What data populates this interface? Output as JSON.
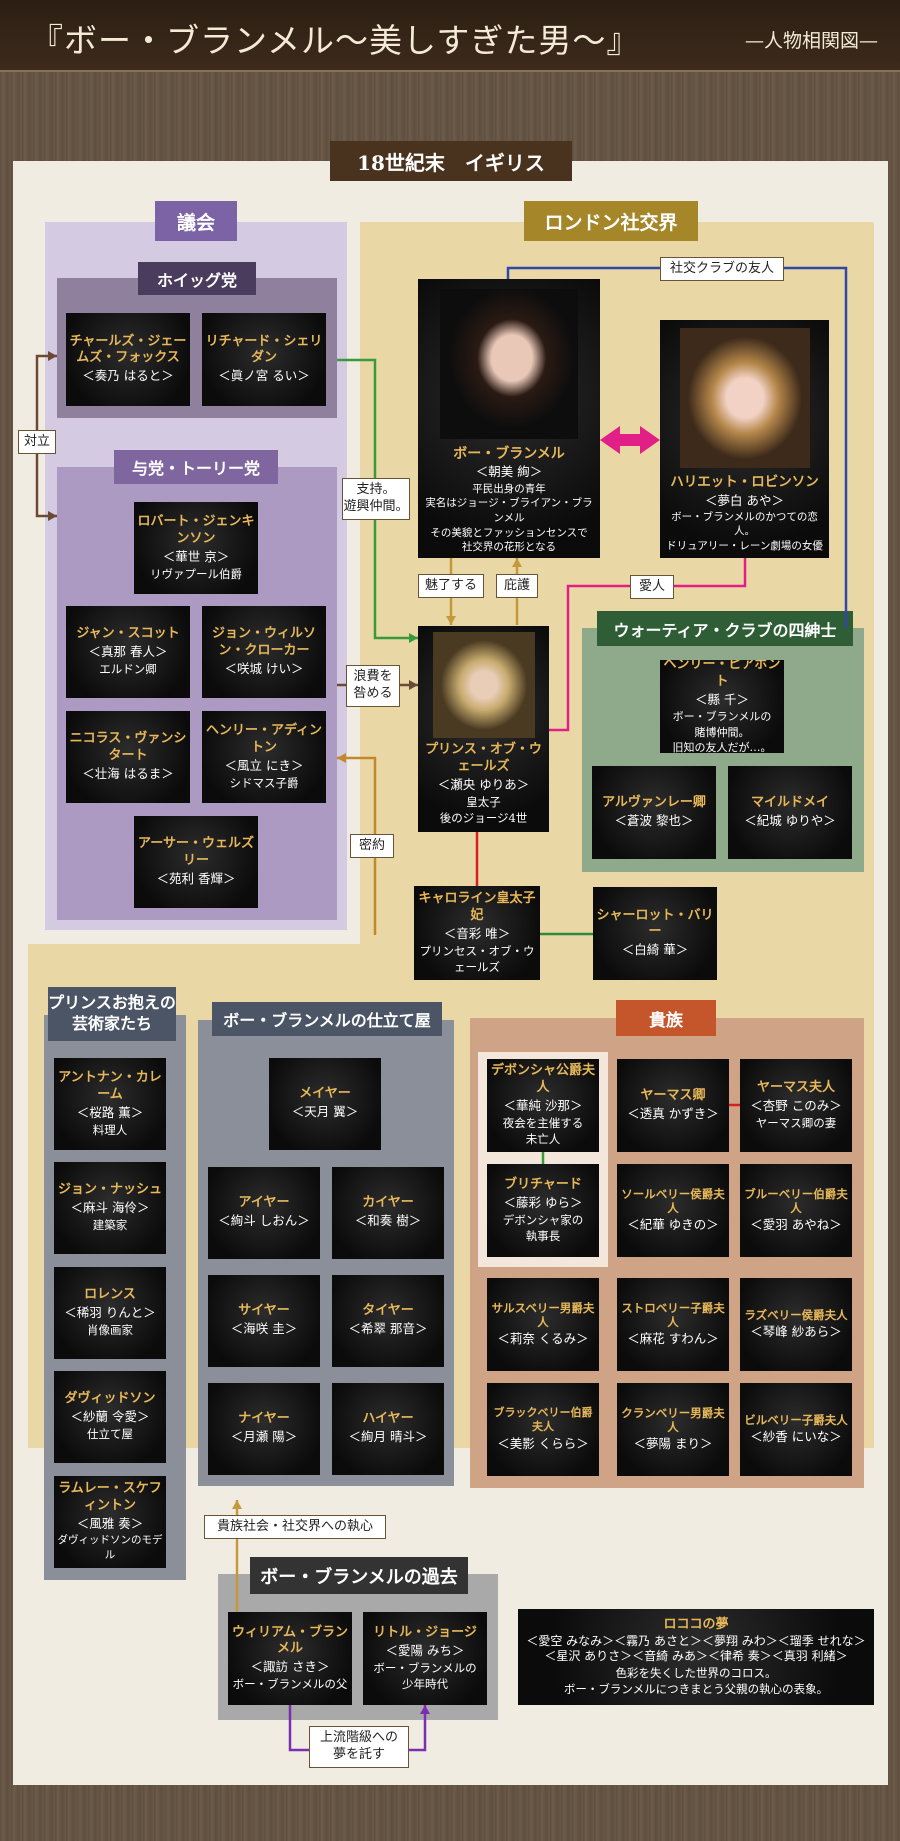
{
  "header": {
    "title": "『ボー・ブランメル〜美しすぎた男〜』",
    "subtitle": "—人物相関図—"
  },
  "setting": "18世紀末　イギリス",
  "parliament": {
    "title": "議会",
    "whig": {
      "title": "ホイッグ党",
      "members": [
        {
          "name": "チャールズ・ジェームズ・フォックス",
          "actor": "＜奏乃 はると＞"
        },
        {
          "name": "リチャード・シェリダン",
          "actor": "＜眞ノ宮 るい＞"
        }
      ]
    },
    "tory": {
      "title": "与党・トーリー党",
      "members": [
        {
          "name": "ロバート・ジェンキンソン",
          "actor": "＜華世 京＞",
          "desc": "リヴァプール伯爵"
        },
        {
          "name": "ジャン・スコット",
          "actor": "＜真那 春人＞",
          "desc": "エルドン卿"
        },
        {
          "name": "ジョン・ウィルソン・クローカー",
          "actor": "＜咲城 けい＞"
        },
        {
          "name": "ニコラス・ヴァンシタート",
          "actor": "＜壮海 はるま＞"
        },
        {
          "name": "ヘンリー・アディントン",
          "actor": "＜風立 にき＞",
          "desc": "シドマス子爵"
        },
        {
          "name": "アーサー・ウェルズリー",
          "actor": "＜苑利 香輝＞"
        }
      ]
    },
    "oppose": "対立"
  },
  "society": {
    "title": "ロンドン社交界",
    "brummell": {
      "name": "ボー・ブランメル",
      "actor": "＜朝美 絢＞",
      "desc": "平民出身の青年\n実名はジョージ・ブライアン・ブランメル\nその美貌とファッションセンスで\n社交界の花形となる"
    },
    "harriette": {
      "name": "ハリエット・ロビンソン",
      "actor": "＜夢白 あや＞",
      "desc": "ボー・ブランメルのかつての恋人。\nドリュアリー・レーン劇場の女優"
    },
    "prince": {
      "name": "プリンス・オブ・ウェールズ",
      "actor": "＜瀬央 ゆりあ＞",
      "desc": "皇太子\n後のジョージ4世"
    },
    "caroline": {
      "name": "キャロライン皇太子妃",
      "actor": "＜音彩 唯＞",
      "desc": "プリンセス・オブ・ウェールズ"
    },
    "charlotte": {
      "name": "シャーロット・バリー",
      "actor": "＜白綺 華＞"
    },
    "club": {
      "title": "ウォーティア・クラブの四紳士",
      "members": [
        {
          "name": "ヘンリー・ピアポント",
          "actor": "＜縣 千＞",
          "desc": "ボー・ブランメルの\n賭博仲間。\n旧知の友人だが…。"
        },
        {
          "name": "アルヴァンレー卿",
          "actor": "＜蒼波 黎也＞"
        },
        {
          "name": "マイルドメイ",
          "actor": "＜紀城 ゆりや＞"
        }
      ]
    }
  },
  "relations": {
    "club_friend": "社交クラブの友人",
    "support": "支持。\n遊興仲間。",
    "charm": "魅了する",
    "patron": "庇護",
    "lover": "愛人",
    "waste": "浪費を\n咎める",
    "secret": "密約",
    "obsession": "貴族社会・社交界への執心",
    "dream": "上流階級への\n夢を託す"
  },
  "artists": {
    "title": "プリンスお抱えの\n芸術家たち",
    "members": [
      {
        "name": "アントナン・カレーム",
        "actor": "＜桜路 薫＞",
        "desc": "料理人"
      },
      {
        "name": "ジョン・ナッシュ",
        "actor": "＜麻斗 海伶＞",
        "desc": "建築家"
      },
      {
        "name": "ロレンス",
        "actor": "＜稀羽 りんと＞",
        "desc": "肖像画家"
      },
      {
        "name": "ダヴィッドソン",
        "actor": "＜紗蘭 令愛＞",
        "desc": "仕立て屋"
      },
      {
        "name": "ラムレー・スケフィントン",
        "actor": "＜風雅 奏＞",
        "desc": "ダヴィッドソンのモデル"
      }
    ]
  },
  "tailors": {
    "title": "ボー・ブランメルの仕立て屋",
    "members": [
      {
        "name": "メイヤー",
        "actor": "＜天月 翼＞"
      },
      {
        "name": "アイヤー",
        "actor": "＜絢斗 しおん＞"
      },
      {
        "name": "カイヤー",
        "actor": "＜和奏 樹＞"
      },
      {
        "name": "サイヤー",
        "actor": "＜海咲 圭＞"
      },
      {
        "name": "タイヤー",
        "actor": "＜希翠 那音＞"
      },
      {
        "name": "ナイヤー",
        "actor": "＜月瀬 陽＞"
      },
      {
        "name": "ハイヤー",
        "actor": "＜絢月 晴斗＞"
      }
    ]
  },
  "nobles": {
    "title": "貴族",
    "members": [
      {
        "name": "デボンシャ公爵夫人",
        "actor": "＜華純 沙那＞",
        "desc": "夜会を主催する\n未亡人"
      },
      {
        "name": "ヤーマス卿",
        "actor": "＜透真 かずき＞"
      },
      {
        "name": "ヤーマス夫人",
        "actor": "＜杏野 このみ＞",
        "desc": "ヤーマス卿の妻"
      },
      {
        "name": "ブリチャード",
        "actor": "＜藤彩 ゆら＞",
        "desc": "デボンシャ家の\n執事長"
      },
      {
        "name": "ソールベリー侯爵夫人",
        "actor": "＜紀華 ゆきの＞"
      },
      {
        "name": "ブルーベリー伯爵夫人",
        "actor": "＜愛羽 あやね＞"
      },
      {
        "name": "サルスベリー男爵夫人",
        "actor": "＜莉奈 くるみ＞"
      },
      {
        "name": "ストロベリー子爵夫人",
        "actor": "＜麻花 すわん＞"
      },
      {
        "name": "ラズベリー侯爵夫人",
        "actor": "＜琴峰 紗あら＞"
      },
      {
        "name": "ブラックベリー伯爵夫人",
        "actor": "＜美影 くらら＞"
      },
      {
        "name": "クランベリー男爵夫人",
        "actor": "＜夢陽 まり＞"
      },
      {
        "name": "ビルベリー子爵夫人",
        "actor": "＜紗香 にいな＞"
      }
    ]
  },
  "past": {
    "title": "ボー・ブランメルの過去",
    "members": [
      {
        "name": "ウィリアム・ブランメル",
        "actor": "＜諏訪 さき＞",
        "desc": "ボー・ブランメルの父"
      },
      {
        "name": "リトル・ジョージ",
        "actor": "＜愛陽 みち＞",
        "desc": "ボー・ブランメルの\n少年時代"
      }
    ]
  },
  "rococo": {
    "name": "ロココの夢",
    "actor": "＜愛空 みなみ＞＜霧乃 あさと＞＜夢翔 みわ＞＜瑠季 せれな＞\n＜星沢 ありさ＞＜音綺 みあ＞＜律希 奏＞＜真羽 利緒＞",
    "desc": "色彩を失くした世界のコロス。\nボー・ブランメルにつきまとう父親の執心の表象。"
  },
  "colors": {
    "parliament": "#c8bedc",
    "society": "#e8d59e",
    "nobles": "#cfa385",
    "artists": "#8a8f9a",
    "club": "#8faa8a"
  }
}
